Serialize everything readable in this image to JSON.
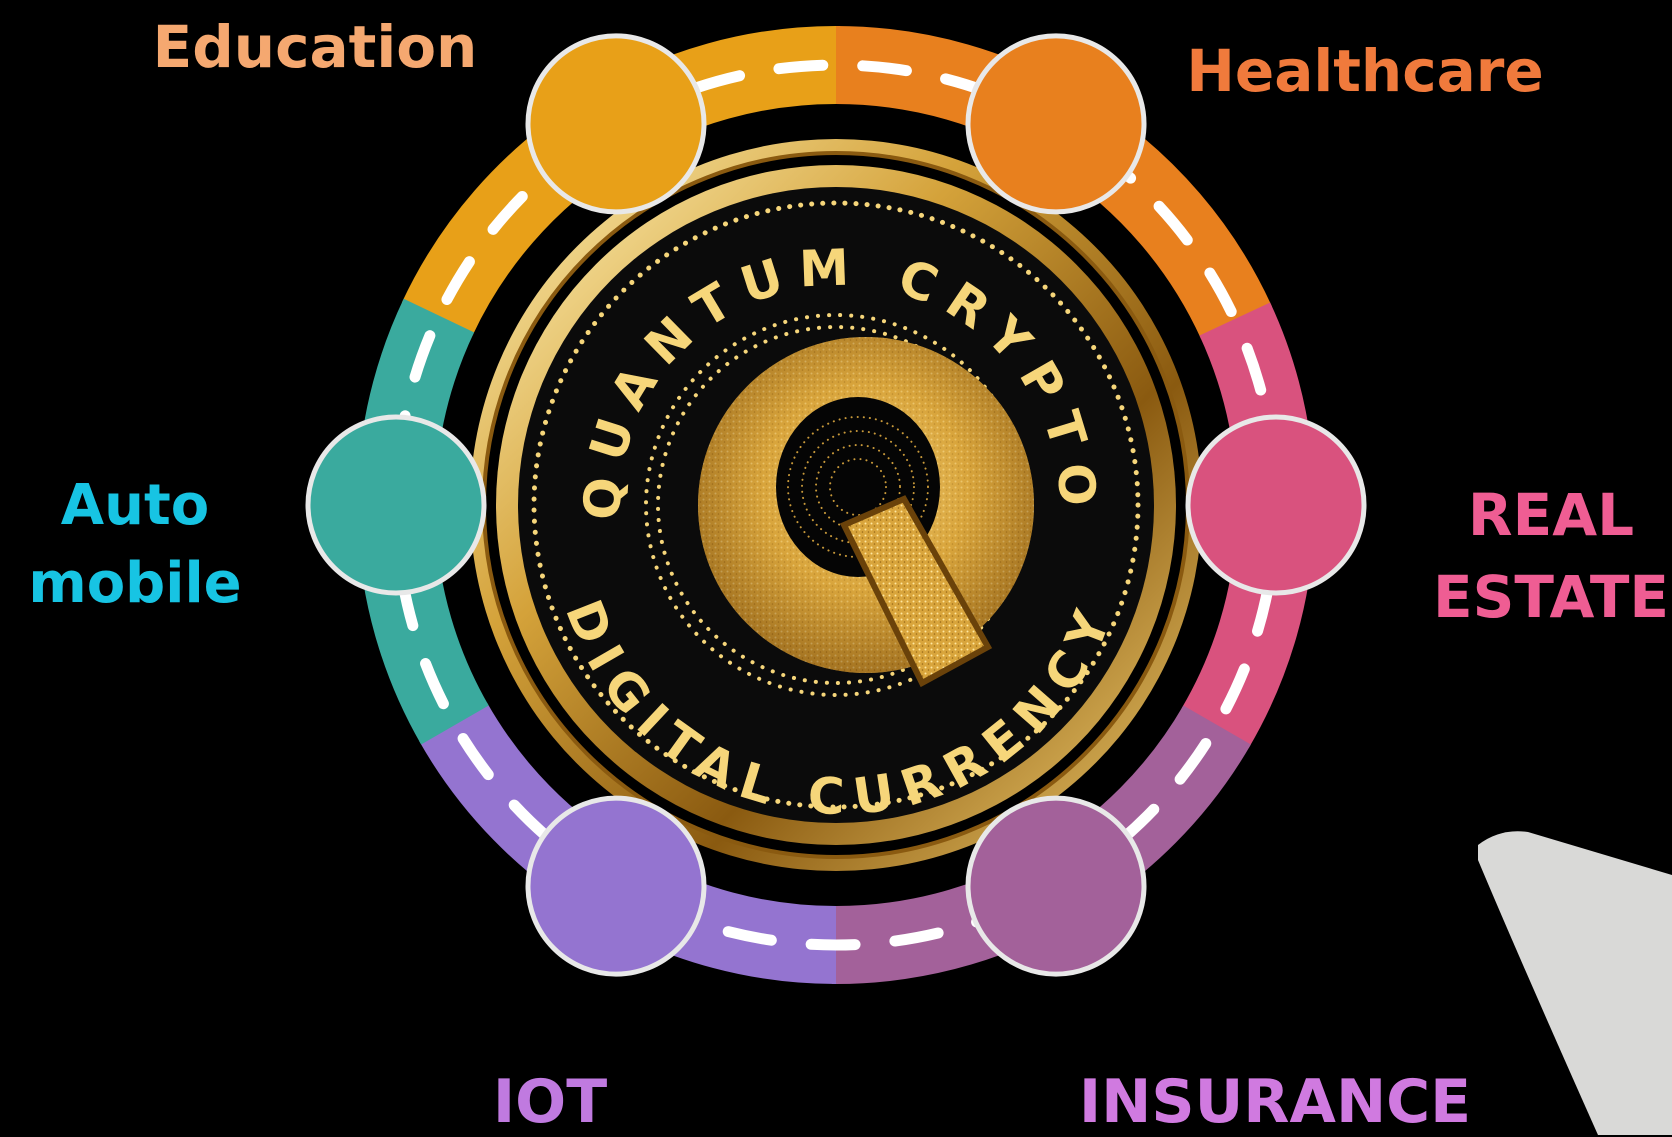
{
  "title": "",
  "sectors": [
    {
      "id": "education",
      "lines": [
        "Education"
      ],
      "color": "#e8a018",
      "label_color": "#f5a870",
      "icon": "circle-node"
    },
    {
      "id": "healthcare",
      "lines": [
        "Healthcare"
      ],
      "color": "#e8801e",
      "label_color": "#f07a3c",
      "icon": "circle-node"
    },
    {
      "id": "realestate",
      "lines": [
        "REAL",
        "ESTATE"
      ],
      "color": "#d9527e",
      "label_color": "#ef5d93",
      "icon": "circle-node"
    },
    {
      "id": "insurance",
      "lines": [
        "INSURANCE"
      ],
      "color": "#a3619a",
      "label_color": "#d07ae0",
      "icon": "circle-node"
    },
    {
      "id": "iot",
      "lines": [
        "IOT"
      ],
      "color": "#9474d0",
      "label_color": "#c07ae0",
      "icon": "circle-node"
    },
    {
      "id": "automobile",
      "lines": [
        "Auto",
        "mobile"
      ],
      "color": "#3aaa9e",
      "label_color": "#17c4e3",
      "icon": "circle-node"
    }
  ],
  "coin": {
    "top_text": "QUANTUM CRYPTO",
    "bottom_text": "DIGITAL CURRENCY",
    "letter": "Q",
    "gold": "#d4a23a",
    "gold_light": "#f6d67a",
    "gold_dark": "#8a5a10"
  },
  "colors": {
    "background": "#000000",
    "dash": "#ffffff"
  }
}
